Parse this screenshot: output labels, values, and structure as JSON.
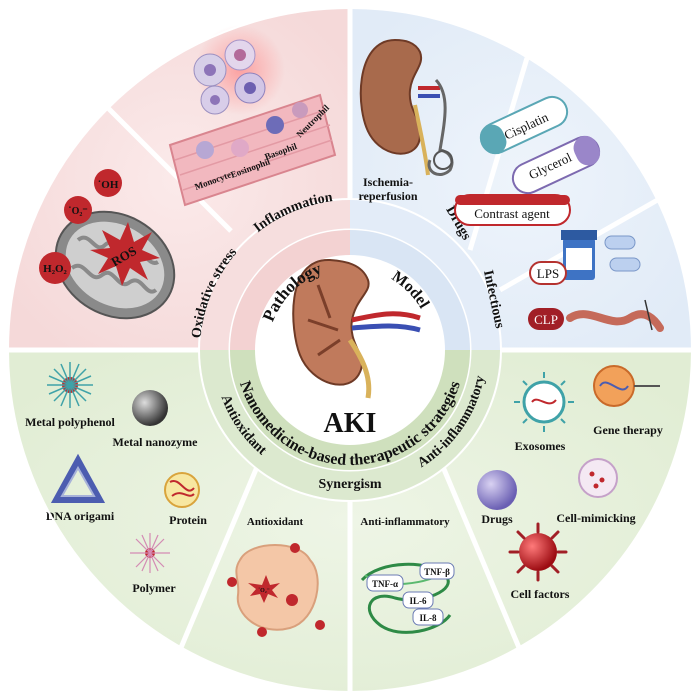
{
  "center": {
    "label": "AKI"
  },
  "inner_ring": {
    "pathology": "Pathology",
    "model": "Model",
    "strategies": "Nanomedicine-based therapeutic strategies"
  },
  "categories": {
    "oxidative_stress": "Oxidative stress",
    "inflammation": "Inflammation",
    "ischemia": [
      "Ischemia-",
      "reperfusion"
    ],
    "drugs": "Drugs",
    "infectious": "Infectious",
    "antioxidant": "Antioxidant",
    "synergism": "Synergism",
    "anti_inflammatory": "Anti-inflammatory"
  },
  "ros": {
    "center": "ROS",
    "hydroxyl": "˙OH",
    "superoxide": "˙O₂⁻",
    "peroxide": "H₂O₂"
  },
  "cells": [
    "Monocyte",
    "Eosinophil",
    "Basophil",
    "Neutrophil"
  ],
  "drug_pills": [
    "Cisplatin",
    "Glycerol",
    "Contrast agent"
  ],
  "infection_labels": [
    "LPS",
    "CLP"
  ],
  "antioxidant_items": [
    "Metal polyphenol",
    "Metal nanozyme",
    "DNA origami",
    "Protein",
    "Polymer"
  ],
  "anti_inflammatory_items": [
    "Exosomes",
    "Gene therapy",
    "Drugs",
    "Cell-mimicking",
    "Cell  factors"
  ],
  "synergism_items": {
    "antioxidant": "Antioxidant",
    "anti_inflammatory": "Anti-inflammatory",
    "cytokines": [
      "TNF-α",
      "TNF-β",
      "IL-6",
      "IL-8"
    ],
    "superoxide": "˙O₂⁻"
  },
  "colors": {
    "pathology_bg": "#f9e6e6",
    "model_bg": "#e8f0fa",
    "strategy_bg": "#e6f0dc",
    "ring_band": "#d7e6c6",
    "ros_red": "#c0282d",
    "kidney": "#a86a4c"
  }
}
